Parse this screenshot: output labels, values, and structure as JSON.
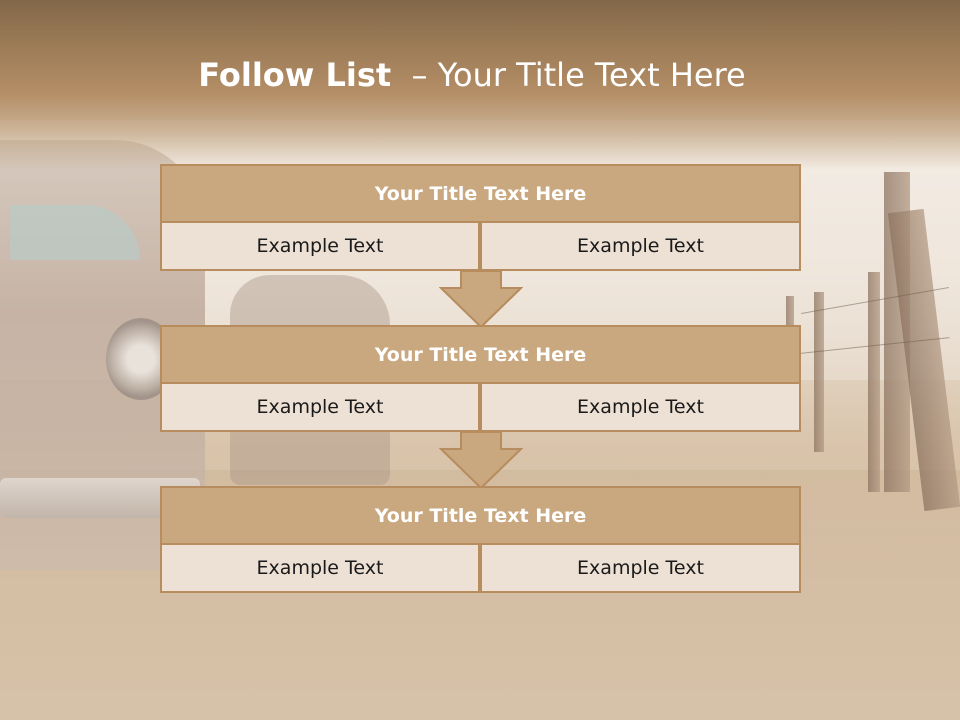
{
  "slide": {
    "title_bold": "Follow List",
    "title_rest": "– Your Title Text Here"
  },
  "steps": [
    {
      "title": "Your Title Text Here",
      "left": "Example Text",
      "right": "Example Text"
    },
    {
      "title": "Your Title Text Here",
      "left": "Example Text",
      "right": "Example Text"
    },
    {
      "title": "Your Title Text Here",
      "left": "Example Text",
      "right": "Example Text"
    }
  ],
  "colors": {
    "header_fill": "#c9a77f",
    "cell_fill": "#ede0d4",
    "border": "#b78c5e",
    "title_band": "#9a7a56"
  }
}
